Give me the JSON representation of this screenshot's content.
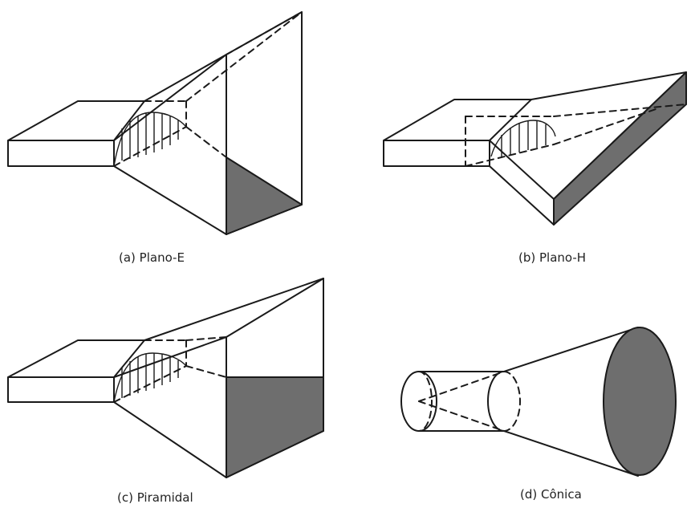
{
  "figures": [
    {
      "id": "a",
      "caption": "(a) Plano-E"
    },
    {
      "id": "b",
      "caption": "(b) Plano-H"
    },
    {
      "id": "c",
      "caption": "(c) Piramidal"
    },
    {
      "id": "d",
      "caption": "(d) Cônica"
    }
  ],
  "colors": {
    "line": "#1a1a1a",
    "aperture_fill": "#6e6e6e",
    "background": "#ffffff"
  }
}
